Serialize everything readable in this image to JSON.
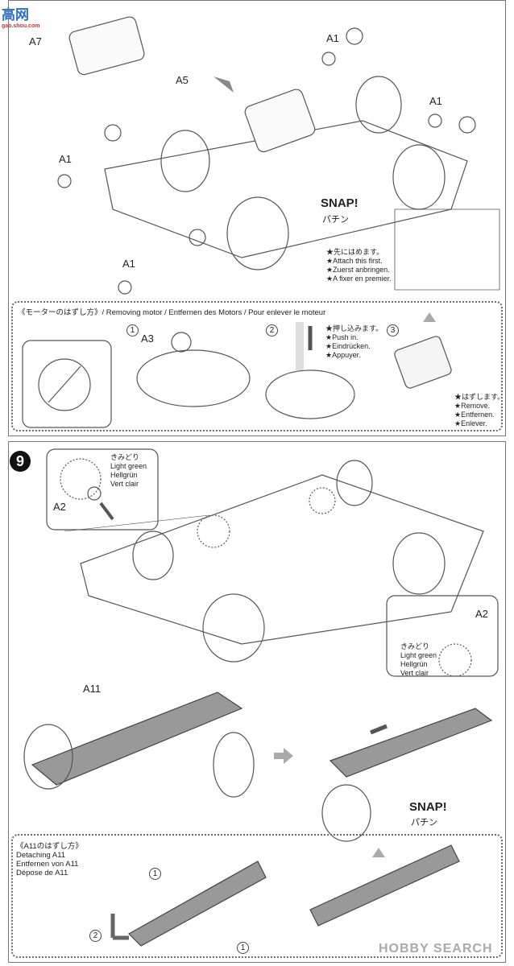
{
  "logo": {
    "text": "高网",
    "url_text": "gao.shou.com"
  },
  "step8": {
    "labels": {
      "a7": "A7",
      "a5": "A5",
      "a1_top": "A1",
      "a1_right": "A1",
      "a1_left": "A1",
      "a1_bottom": "A1"
    },
    "snap": "SNAP!",
    "snap_jp": "パチン",
    "attach_first": [
      "★先にはめます。",
      "★Attach this first.",
      "★Zuerst anbringen.",
      "★A fixer en premier."
    ],
    "removing_motor": {
      "title": "《モーターのはずし方》/ Removing motor / Entfernen des Motors / Pour enlever le moteur",
      "step1": "1",
      "a3": "A3",
      "step2": "2",
      "step3": "3",
      "push_in": [
        "★押し込みます。",
        "★Push in.",
        "★Eindrücken.",
        "★Appuyer."
      ],
      "remove": [
        "★はずします。",
        "★Remove.",
        "★Entfernen.",
        "★Enlever."
      ]
    }
  },
  "step9": {
    "number": "9",
    "gear_left": {
      "colors": [
        "きみどり",
        "Light green",
        "Hellgrün",
        "Vert clair"
      ],
      "part": "A2"
    },
    "gear_right": {
      "colors": [
        "きみどり",
        "Light green",
        "Hellgrün",
        "Vert clair"
      ],
      "part": "A2"
    },
    "a11": "A11",
    "snap": "SNAP!",
    "snap_jp": "パチン",
    "detaching": {
      "lines": [
        "《A11のはずし方》",
        "Detaching A11",
        "Entfernen von A11",
        "Dépose de A11"
      ],
      "step1a": "1",
      "step1b": "1",
      "step2": "2"
    }
  },
  "watermark": "HOBBY SEARCH",
  "colors": {
    "line": "#555555",
    "part_gray": "#888888",
    "arrow": "#555555"
  }
}
